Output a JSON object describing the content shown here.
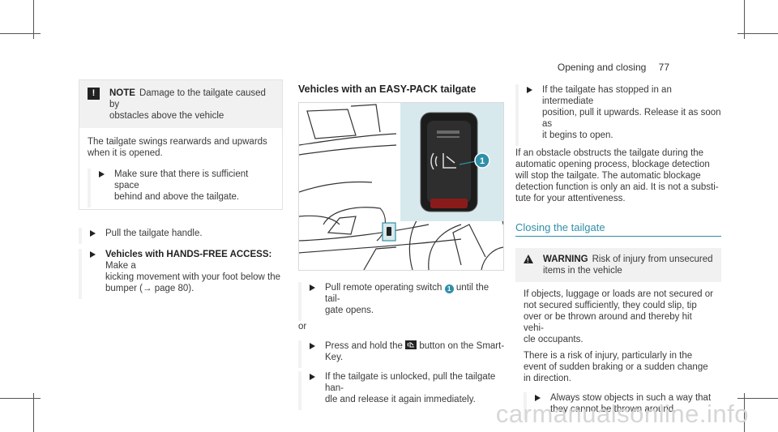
{
  "header": {
    "section": "Opening and closing",
    "page": "77"
  },
  "left": {
    "note": {
      "title": "NOTE",
      "text_line1": "Damage to the tailgate caused by",
      "text_line2": "obstacles above the vehicle",
      "body1": "The tailgate swings rearwards and upwards",
      "body2": "when it is opened.",
      "bullet1": "Make sure that there is sufficient space",
      "bullet2": "behind and above the tailgate."
    },
    "step1": "Pull the tailgate handle.",
    "step2_bold": "Vehicles with HANDS-FREE ACCESS:",
    "step2_l1": "Make a",
    "step2_l2": "kicking movement with your foot below the",
    "step2_l3": "bumper (→ page 80)."
  },
  "middle": {
    "heading": "Vehicles with an EASY-PACK tailgate",
    "callout": "1",
    "s1_l1a": "Pull remote operating switch",
    "s1_l1b": "until the tail-",
    "s1_l2": "gate opens.",
    "or": "or",
    "s2_l1a": "Press and hold the",
    "s2_l1b": "button on the Smart-",
    "s2_l2": "Key.",
    "s3_l1": "If the tailgate is unlocked, pull the tailgate han-",
    "s3_l2": "dle and release it again immediately."
  },
  "right": {
    "b1_l1": "If the tailgate has stopped in an intermediate",
    "b1_l2": "position, pull it upwards. Release it as soon as",
    "b1_l3": "it begins to open.",
    "p1": "If an obstacle obstructs the tailgate during the",
    "p2": "automatic opening process, blockage detection",
    "p3": "will stop the tailgate. The automatic blockage",
    "p4": "detection function is only an aid. It is not a substi-",
    "p5": "tute for your attentiveness.",
    "section": "Closing the tailgate",
    "warning": {
      "title": "WARNING",
      "t1": "Risk of injury from unsecured",
      "t2": "items in the vehicle",
      "a1": "If objects, luggage or loads are not secured or",
      "a2": "not secured sufficiently, they could slip, tip",
      "a3": "over or be thrown around and thereby hit vehi-",
      "a4": "cle occupants.",
      "b1": "There is a risk of injury, particularly in the",
      "b2": "event of sudden braking or a sudden change",
      "b3": "in direction.",
      "c1": "Always stow objects in such a way that",
      "c2": "they cannot be thrown around."
    }
  },
  "footer": {
    "watermark": "carmanualsonline.info"
  }
}
